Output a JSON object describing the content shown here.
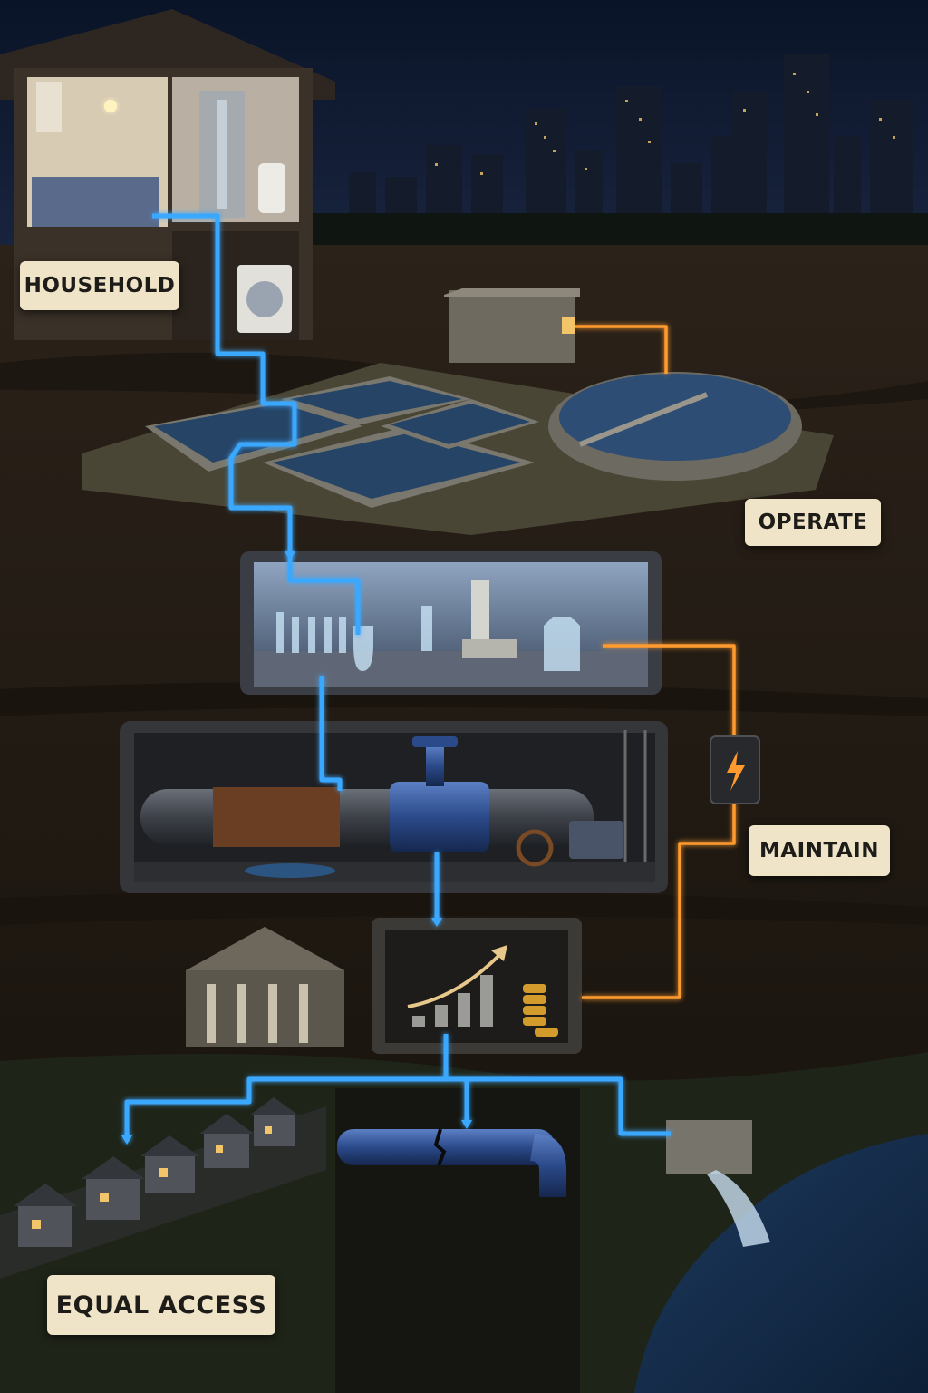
{
  "labels": {
    "household": "HOUSEHOLD",
    "operate": "OPERATE",
    "maintain": "MAINTAIN",
    "equal_access": "EQUAL ACCESS"
  },
  "colors": {
    "sky": "#0c1730",
    "soil": "#2a2118",
    "soil_dark": "#16110c",
    "water_pipe": "#3aa8ff",
    "power_line": "#ff9a2e",
    "label_bg": "#efe3c8",
    "label_text": "#1e1c19"
  },
  "icons": {
    "power": "lightning-bolt-icon",
    "growth": "trend-arrow-icon"
  }
}
